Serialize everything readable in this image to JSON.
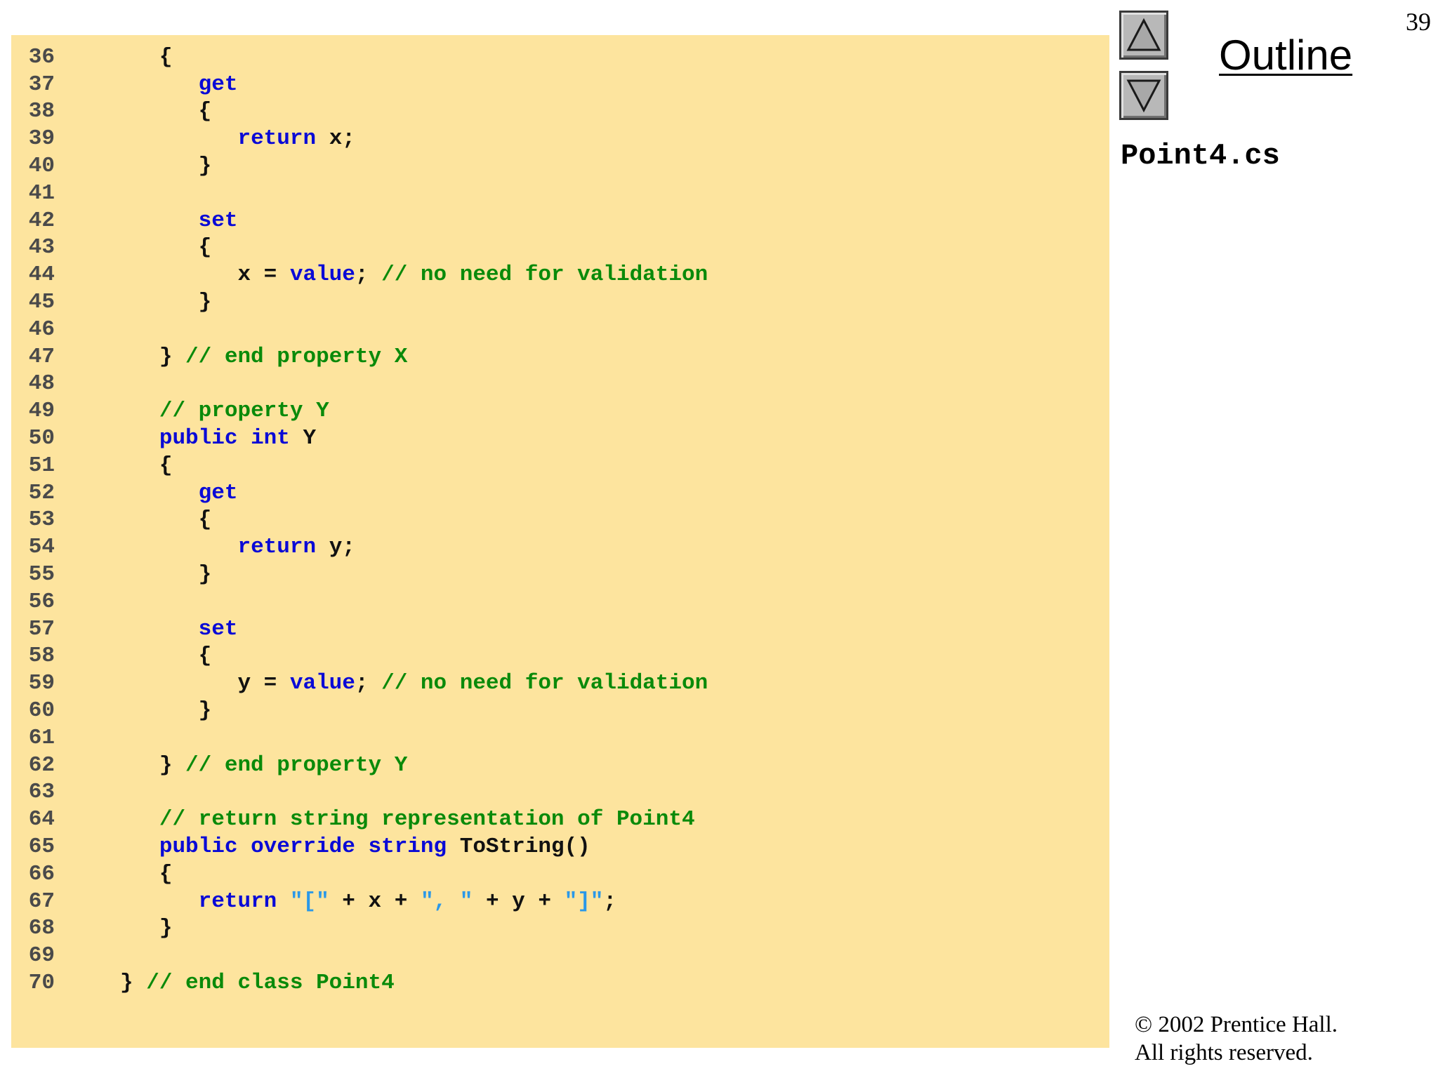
{
  "slide": {
    "number": "39",
    "outline_title": "Outline",
    "file_name": "Point4.cs",
    "copyright_line1": "© 2002 Prentice Hall.",
    "copyright_line2": "All rights reserved.",
    "nav_up_icon": "triangle-up-icon",
    "nav_down_icon": "triangle-down-icon"
  },
  "colors": {
    "code_background": "#fde49e",
    "keyword": "#0a0ad6",
    "comment": "#0a8a0a",
    "string": "#2a98e8",
    "plain": "#111111"
  },
  "code_lines": [
    {
      "num": "36",
      "tokens": [
        {
          "t": "      {",
          "c": "plain"
        }
      ]
    },
    {
      "num": "37",
      "tokens": [
        {
          "t": "         ",
          "c": "plain"
        },
        {
          "t": "get",
          "c": "kw"
        }
      ]
    },
    {
      "num": "38",
      "tokens": [
        {
          "t": "         {",
          "c": "plain"
        }
      ]
    },
    {
      "num": "39",
      "tokens": [
        {
          "t": "            ",
          "c": "plain"
        },
        {
          "t": "return",
          "c": "kw"
        },
        {
          "t": " x;",
          "c": "plain"
        }
      ]
    },
    {
      "num": "40",
      "tokens": [
        {
          "t": "         }",
          "c": "plain"
        }
      ]
    },
    {
      "num": "41",
      "tokens": []
    },
    {
      "num": "42",
      "tokens": [
        {
          "t": "         ",
          "c": "plain"
        },
        {
          "t": "set",
          "c": "kw"
        }
      ]
    },
    {
      "num": "43",
      "tokens": [
        {
          "t": "         {",
          "c": "plain"
        }
      ]
    },
    {
      "num": "44",
      "tokens": [
        {
          "t": "            x = ",
          "c": "plain"
        },
        {
          "t": "value",
          "c": "kw"
        },
        {
          "t": "; ",
          "c": "plain"
        },
        {
          "t": "// no need for validation",
          "c": "comment"
        }
      ]
    },
    {
      "num": "45",
      "tokens": [
        {
          "t": "         }",
          "c": "plain"
        }
      ]
    },
    {
      "num": "46",
      "tokens": []
    },
    {
      "num": "47",
      "tokens": [
        {
          "t": "      } ",
          "c": "plain"
        },
        {
          "t": "// end property X",
          "c": "comment"
        }
      ]
    },
    {
      "num": "48",
      "tokens": []
    },
    {
      "num": "49",
      "tokens": [
        {
          "t": "      ",
          "c": "plain"
        },
        {
          "t": "// property Y",
          "c": "comment"
        }
      ]
    },
    {
      "num": "50",
      "tokens": [
        {
          "t": "      ",
          "c": "plain"
        },
        {
          "t": "public int",
          "c": "kw"
        },
        {
          "t": " Y",
          "c": "plain"
        }
      ]
    },
    {
      "num": "51",
      "tokens": [
        {
          "t": "      {",
          "c": "plain"
        }
      ]
    },
    {
      "num": "52",
      "tokens": [
        {
          "t": "         ",
          "c": "plain"
        },
        {
          "t": "get",
          "c": "kw"
        }
      ]
    },
    {
      "num": "53",
      "tokens": [
        {
          "t": "         {",
          "c": "plain"
        }
      ]
    },
    {
      "num": "54",
      "tokens": [
        {
          "t": "            ",
          "c": "plain"
        },
        {
          "t": "return",
          "c": "kw"
        },
        {
          "t": " y;",
          "c": "plain"
        }
      ]
    },
    {
      "num": "55",
      "tokens": [
        {
          "t": "         }",
          "c": "plain"
        }
      ]
    },
    {
      "num": "56",
      "tokens": []
    },
    {
      "num": "57",
      "tokens": [
        {
          "t": "         ",
          "c": "plain"
        },
        {
          "t": "set",
          "c": "kw"
        }
      ]
    },
    {
      "num": "58",
      "tokens": [
        {
          "t": "         {",
          "c": "plain"
        }
      ]
    },
    {
      "num": "59",
      "tokens": [
        {
          "t": "            y = ",
          "c": "plain"
        },
        {
          "t": "value",
          "c": "kw"
        },
        {
          "t": "; ",
          "c": "plain"
        },
        {
          "t": "// no need for validation",
          "c": "comment"
        }
      ]
    },
    {
      "num": "60",
      "tokens": [
        {
          "t": "         }",
          "c": "plain"
        }
      ]
    },
    {
      "num": "61",
      "tokens": []
    },
    {
      "num": "62",
      "tokens": [
        {
          "t": "      } ",
          "c": "plain"
        },
        {
          "t": "// end property Y",
          "c": "comment"
        }
      ]
    },
    {
      "num": "63",
      "tokens": []
    },
    {
      "num": "64",
      "tokens": [
        {
          "t": "      ",
          "c": "plain"
        },
        {
          "t": "// return string representation of Point4",
          "c": "comment"
        }
      ]
    },
    {
      "num": "65",
      "tokens": [
        {
          "t": "      ",
          "c": "plain"
        },
        {
          "t": "public override string",
          "c": "kw"
        },
        {
          "t": " ToString()",
          "c": "plain"
        }
      ]
    },
    {
      "num": "66",
      "tokens": [
        {
          "t": "      {",
          "c": "plain"
        }
      ]
    },
    {
      "num": "67",
      "tokens": [
        {
          "t": "         ",
          "c": "plain"
        },
        {
          "t": "return",
          "c": "kw"
        },
        {
          "t": " ",
          "c": "plain"
        },
        {
          "t": "\"[\"",
          "c": "string"
        },
        {
          "t": " + x + ",
          "c": "plain"
        },
        {
          "t": "\", \"",
          "c": "string"
        },
        {
          "t": " + y + ",
          "c": "plain"
        },
        {
          "t": "\"]\"",
          "c": "string"
        },
        {
          "t": ";",
          "c": "plain"
        }
      ]
    },
    {
      "num": "68",
      "tokens": [
        {
          "t": "      }",
          "c": "plain"
        }
      ]
    },
    {
      "num": "69",
      "tokens": []
    },
    {
      "num": "70",
      "tokens": [
        {
          "t": "   } ",
          "c": "plain"
        },
        {
          "t": "// end class Point4",
          "c": "comment"
        }
      ]
    }
  ]
}
